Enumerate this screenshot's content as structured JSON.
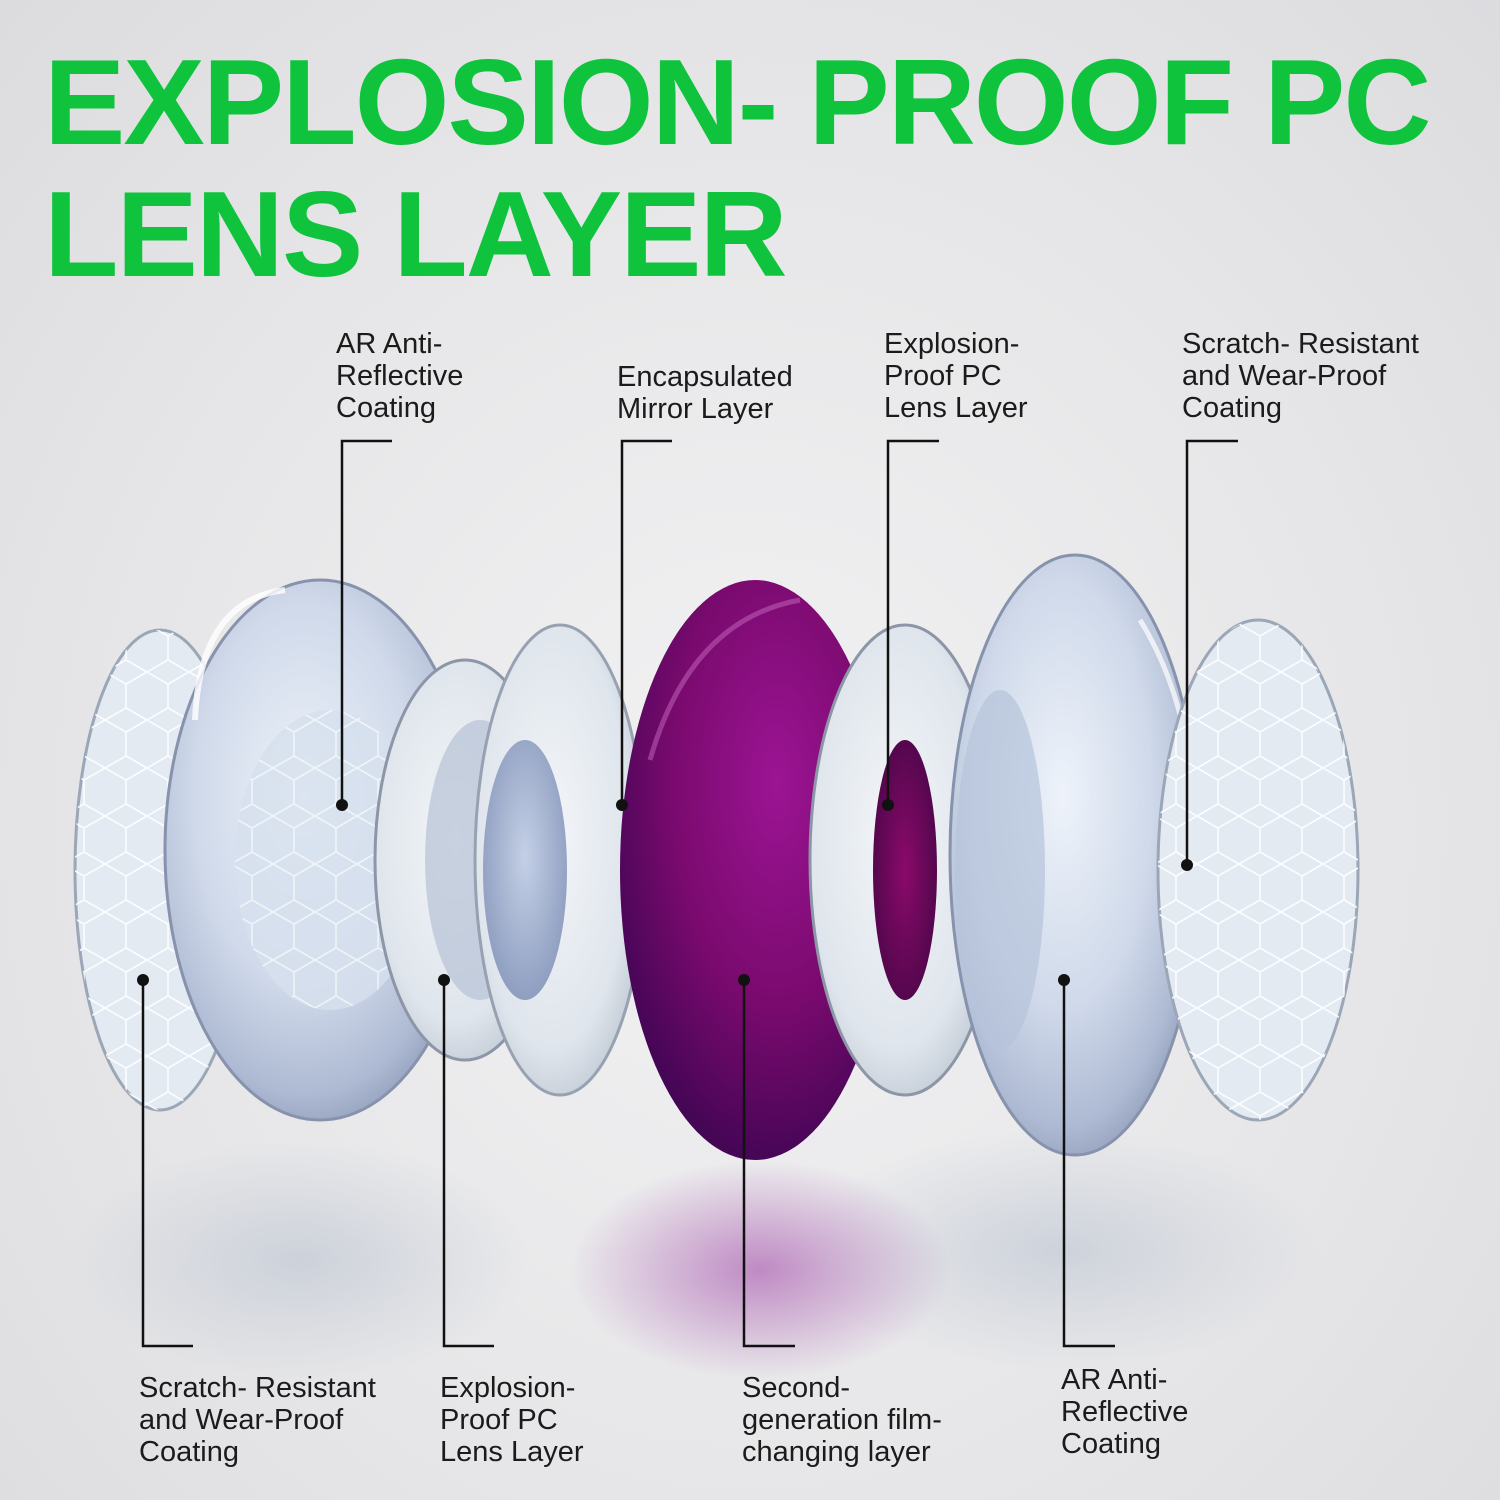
{
  "title": "EXPLOSION- PROOF PC\nLENS LAYER",
  "colors": {
    "title": "#0fc43c",
    "background": "#e9e9eb",
    "purple_layer": "#7a0a6e",
    "leader_lines": "#111111"
  },
  "labels": {
    "top": [
      {
        "text": "AR Anti-\nReflective\nCoating"
      },
      {
        "text": "Encapsulated\nMirror Layer"
      },
      {
        "text": "Explosion-\nProof PC\nLens Layer"
      },
      {
        "text": "Scratch- Resistant\nand  Wear-Proof\nCoating"
      }
    ],
    "bottom": [
      {
        "text": "Scratch- Resistant\nand  Wear-Proof\nCoating"
      },
      {
        "text": "Explosion-\nProof PC\nLens Layer"
      },
      {
        "text": "Second-\ngeneration film-\nchanging layer"
      },
      {
        "text": "AR Anti-\nReflective\nCoating"
      }
    ]
  }
}
